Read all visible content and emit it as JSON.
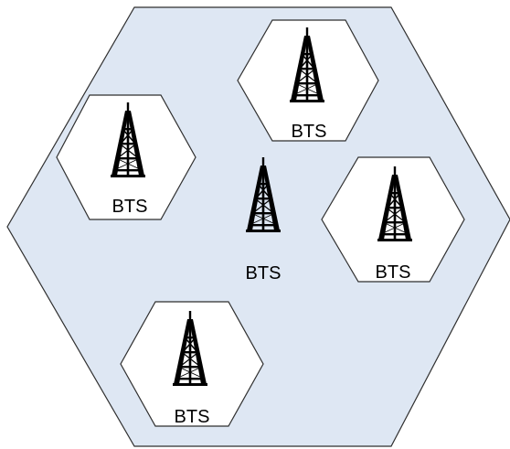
{
  "colors": {
    "macro_cell_fill": "#dee7f3",
    "cell_stroke": "#2f2f2f",
    "small_cell_fill": "#ffffff",
    "tower": "#000000"
  },
  "cells": {
    "macro": {
      "tower_icon": "antenna-tower-icon",
      "label": "BTS"
    },
    "small": [
      {
        "tower_icon": "antenna-tower-icon",
        "label": "BTS"
      },
      {
        "tower_icon": "antenna-tower-icon",
        "label": "BTS"
      },
      {
        "tower_icon": "antenna-tower-icon",
        "label": "BTS"
      },
      {
        "tower_icon": "antenna-tower-icon",
        "label": "BTS"
      }
    ]
  }
}
